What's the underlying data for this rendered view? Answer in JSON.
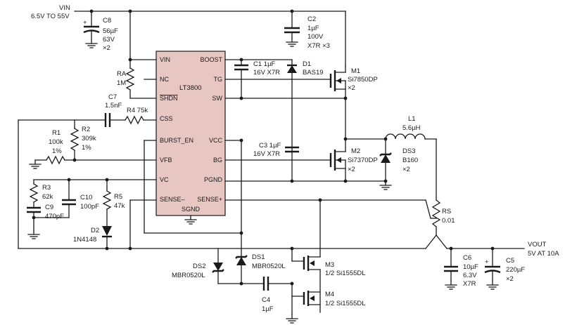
{
  "vin": {
    "label": "VIN",
    "range": "6.5V TO 55V"
  },
  "vout": {
    "label": "VOUT",
    "spec": "5V AT 10A"
  },
  "ic": {
    "name": "LT3800",
    "pins_left": [
      "VIN",
      "NC",
      "SHDN",
      "CSS",
      "BURST_EN",
      "VFB",
      "VC",
      "SENSE–"
    ],
    "pins_right": [
      "BOOST",
      "TG",
      "SW",
      "VCC",
      "BG",
      "PGND",
      "SENSE+"
    ],
    "pin_bottom": "SGND"
  },
  "components": {
    "c8": {
      "ref": "C8",
      "l1": "56µF",
      "l2": "63V",
      "l3": "×2"
    },
    "c2": {
      "ref": "C2",
      "l1": "1µF",
      "l2": "100V",
      "l3": "X7R ×3"
    },
    "ra": {
      "ref": "RA",
      "l1": "1M"
    },
    "c1": {
      "ref": "C1 1µF",
      "l1": "16V X7R"
    },
    "d1": {
      "ref": "D1",
      "l1": "BAS19"
    },
    "m1": {
      "ref": "M1",
      "l1": "Si7850DP",
      "l2": "×2"
    },
    "c7": {
      "ref": "C7",
      "l1": "1.5nF"
    },
    "r4": {
      "ref": "R4 75k"
    },
    "r1": {
      "ref": "R1",
      "l1": "100k",
      "l2": "1%"
    },
    "r2": {
      "ref": "R2",
      "l1": "309k",
      "l2": "1%"
    },
    "l1": {
      "ref": "L1",
      "l1": "5.6µH"
    },
    "c3": {
      "ref": "C3 1µF",
      "l1": "16V X7R"
    },
    "m2": {
      "ref": "M2",
      "l1": "Si7370DP",
      "l2": "×2"
    },
    "ds3": {
      "ref": "DS3",
      "l1": "B160",
      "l2": "×2"
    },
    "r3": {
      "ref": "R3",
      "l1": "62k"
    },
    "c9": {
      "ref": "C9",
      "l1": "470pF"
    },
    "c10": {
      "ref": "C10",
      "l1": "100pF"
    },
    "r5": {
      "ref": "R5",
      "l1": "47k"
    },
    "d2": {
      "ref": "D2",
      "l1": "1N4148"
    },
    "rs": {
      "ref": "RS",
      "l1": "0.01"
    },
    "ds1": {
      "ref": "DS1",
      "l1": "MBR0520L"
    },
    "ds2": {
      "ref": "DS2",
      "l1": "MBR0520L"
    },
    "m3": {
      "ref": "M3",
      "l1": "1/2 Si1555DL"
    },
    "m4": {
      "ref": "M4",
      "l1": "1/2 Si1555DL"
    },
    "c4": {
      "ref": "C4",
      "l1": "1µF"
    },
    "c6": {
      "ref": "C6",
      "l1": "10µF",
      "l2": "6.3V",
      "l3": "X7R"
    },
    "c5": {
      "ref": "C5",
      "l1": "220µF",
      "l2": "×2"
    },
    "plus": "+"
  }
}
